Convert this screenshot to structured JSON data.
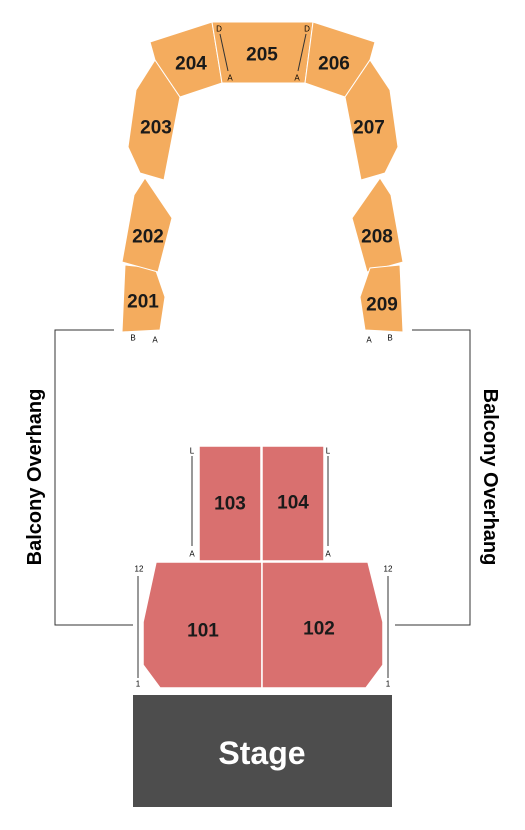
{
  "stage": {
    "label": "Stage"
  },
  "overhang": {
    "left": "Balcony Overhang",
    "right": "Balcony Overhang"
  },
  "balcony_sections": {
    "s201": "201",
    "s202": "202",
    "s203": "203",
    "s204": "204",
    "s205": "205",
    "s206": "206",
    "s207": "207",
    "s208": "208",
    "s209": "209"
  },
  "floor_sections": {
    "s101": "101",
    "s102": "102",
    "s103": "103",
    "s104": "104"
  },
  "row_labels": {
    "r201_b": "B",
    "r201_a": "A",
    "r209_a": "A",
    "r209_b": "B",
    "r205_d_left": "D",
    "r205_a_left": "A",
    "r205_d_right": "D",
    "r205_a_right": "A",
    "r103_l": "L",
    "r103_a": "A",
    "r104_l": "L",
    "r104_a": "A",
    "r101_12": "12",
    "r101_1": "1",
    "r102_12": "12",
    "r102_1": "1"
  },
  "colors": {
    "balcony": "#f4ac5e",
    "floor": "#d9706f",
    "stage": "#4d4d4d"
  }
}
